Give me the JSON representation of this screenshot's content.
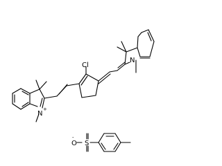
{
  "molecule": {
    "cation": {
      "indolium_nitrogen": "N",
      "indolium_charge": "+",
      "chloro": "Cl",
      "indoline_nitrogen": "N"
    },
    "anion": {
      "oxygen": "O",
      "oxygen_charge": "-",
      "sulfur": "S"
    }
  }
}
